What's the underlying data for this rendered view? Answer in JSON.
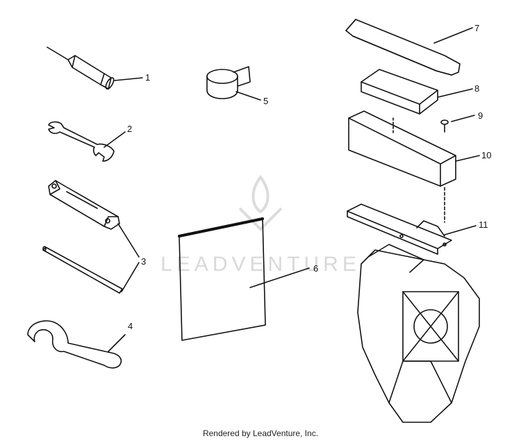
{
  "watermark": {
    "text": "LEADVENTURE"
  },
  "footer": {
    "text": "Rendered by LeadVenture, Inc."
  },
  "callouts": [
    "1",
    "2",
    "3",
    "4",
    "5",
    "6",
    "7",
    "8",
    "9",
    "10",
    "11"
  ],
  "colors": {
    "line": "#111111",
    "watermark": "#d9d9d9",
    "background": "#ffffff"
  }
}
